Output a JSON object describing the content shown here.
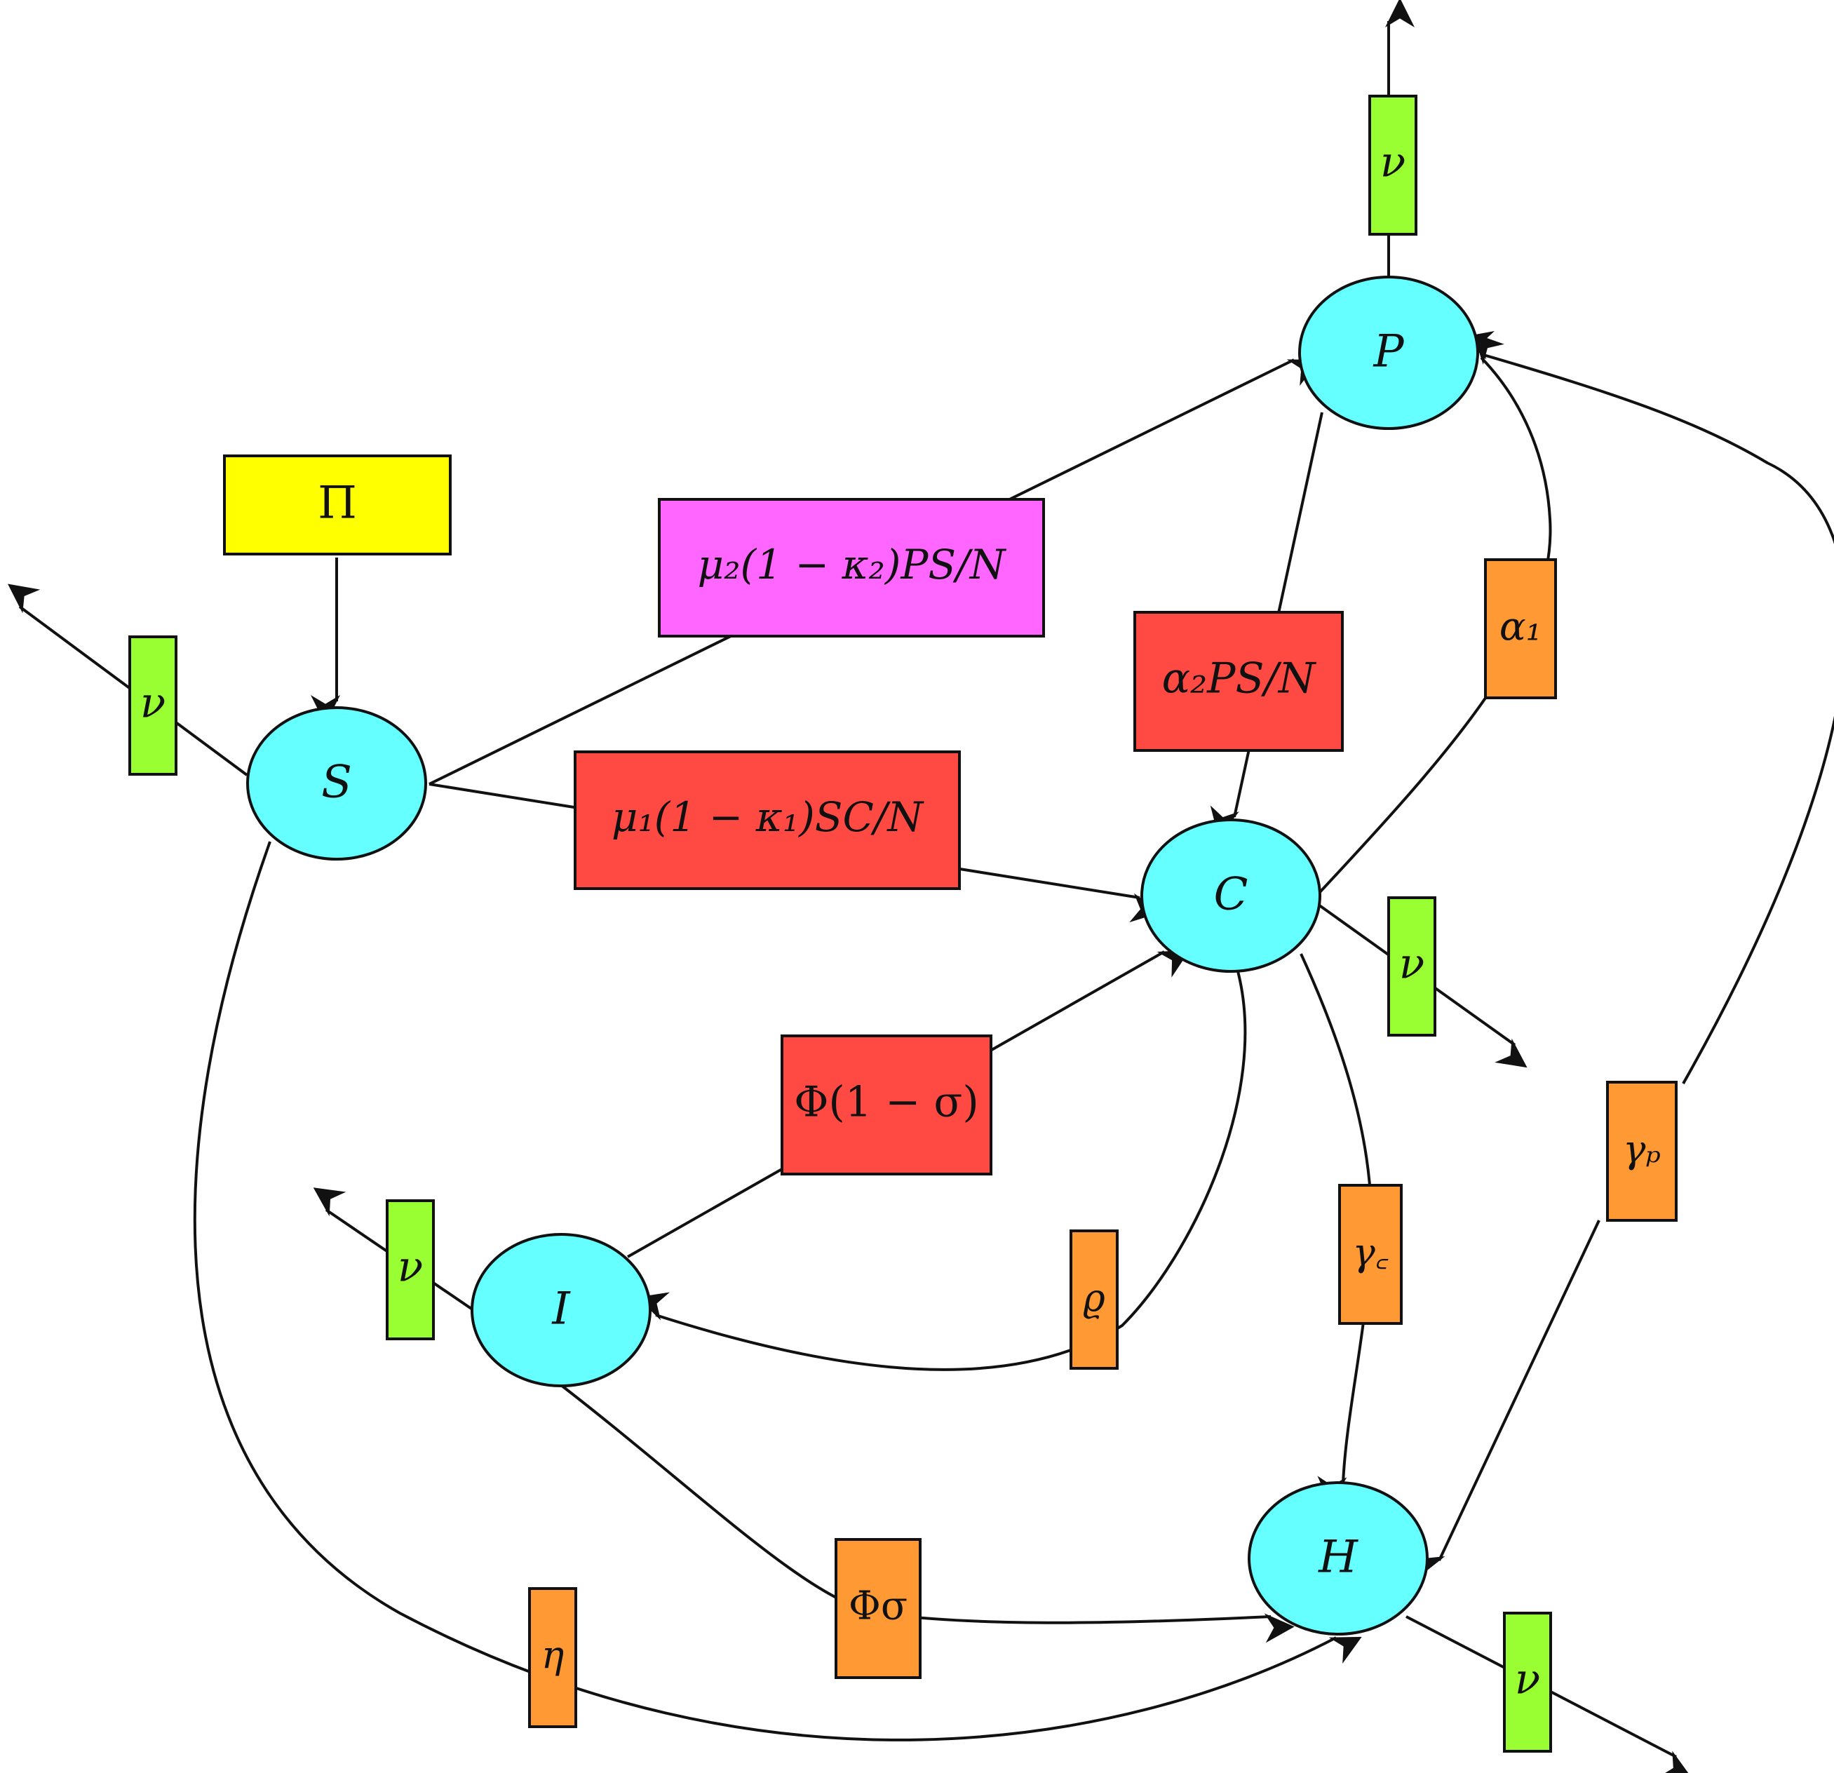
{
  "colors": {
    "compartment": "#66ffff",
    "death_rate": "#99ff33",
    "transmission": "#ff4a44",
    "transition": "#ff9933",
    "recruitment": "#ffff00",
    "pterm_transmission": "#ff66ff"
  },
  "compartments": {
    "S": "S",
    "P": "P",
    "C": "C",
    "I": "I",
    "H": "H"
  },
  "rates": {
    "recruitment": "Π",
    "mu2_term": "μ₂(1 − κ₂)PS/N",
    "mu1_term": "μ₁(1 − κ₁)SC/N",
    "alpha2_term": "α₂PS/N",
    "alpha1": "α₁",
    "phi_term": "Φ(1 − σ)",
    "rho": "ϱ",
    "gamma_c": "γ꜀",
    "gamma_p": "γₚ",
    "phi_sigma": "Φσ",
    "eta": "η",
    "nu": "ν"
  }
}
